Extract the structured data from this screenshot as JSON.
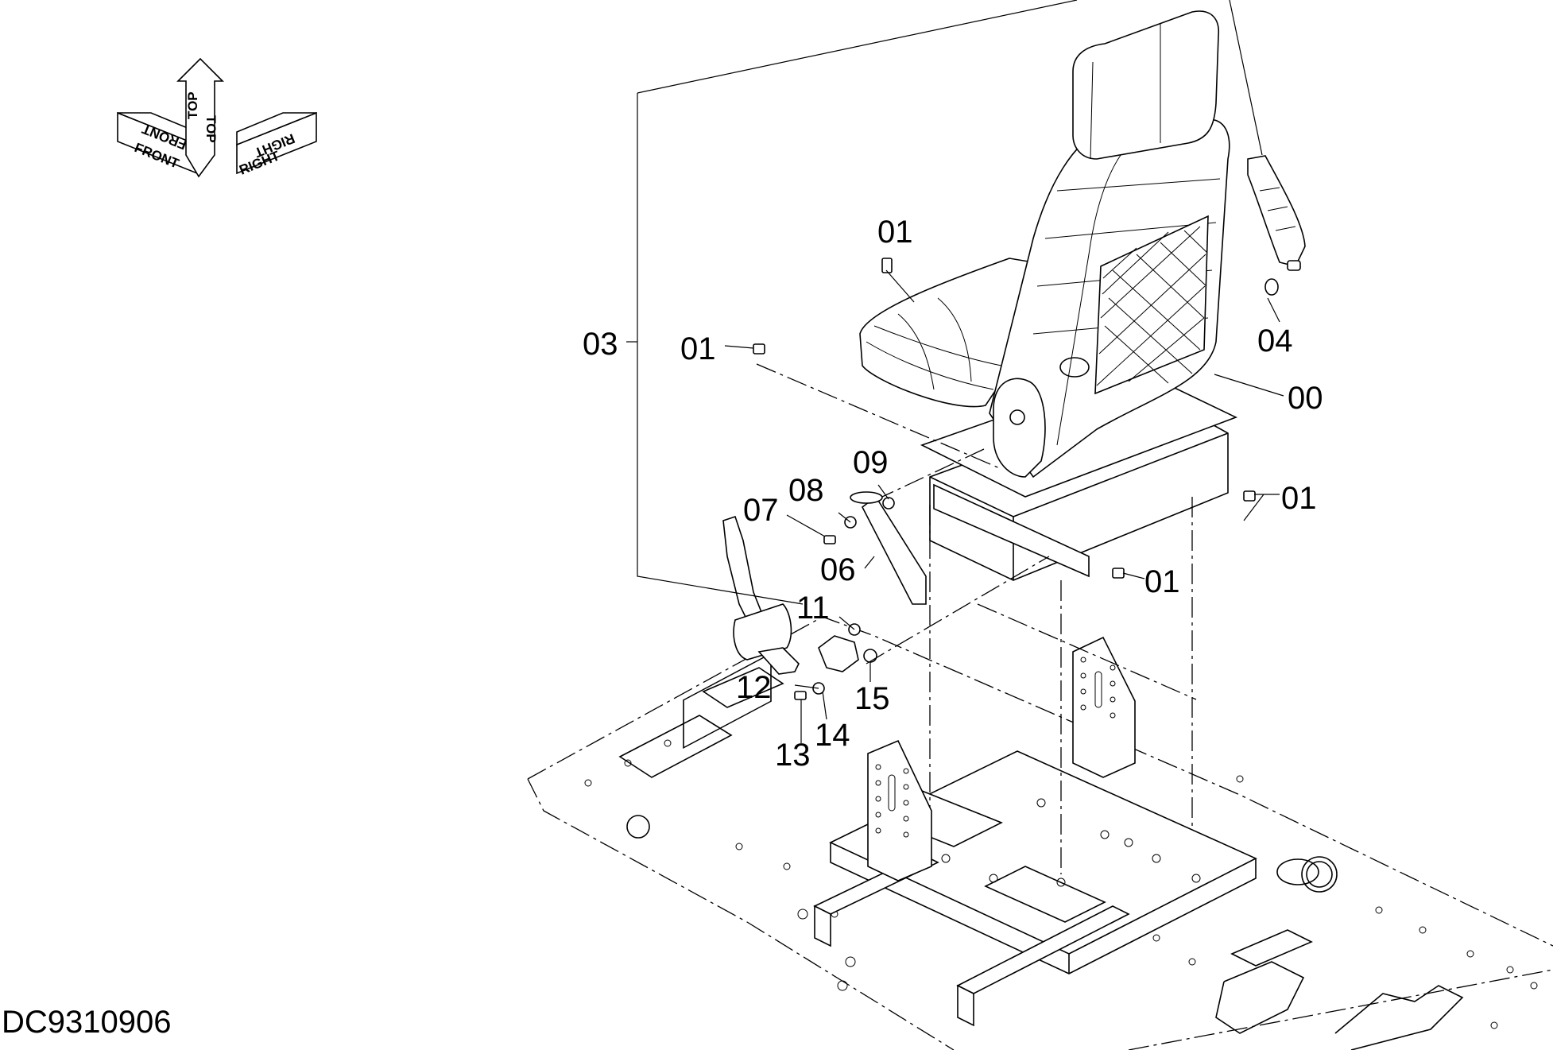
{
  "document_id": "DC9310906",
  "orientation_indicator": {
    "front": "FRONT",
    "top": "TOP",
    "right": "RIGHT"
  },
  "callouts": {
    "c00": "00",
    "c01a": "01",
    "c01b": "01",
    "c01c": "01",
    "c01d": "01",
    "c03": "03",
    "c04": "04",
    "c06": "06",
    "c07": "07",
    "c08": "08",
    "c09": "09",
    "c11": "11",
    "c12": "12",
    "c13": "13",
    "c14": "14",
    "c15": "15"
  }
}
